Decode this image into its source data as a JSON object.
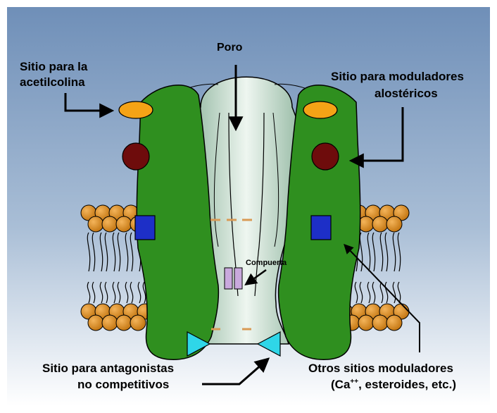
{
  "labels": {
    "poro": "Poro",
    "acetilcolina_1": "Sitio para la",
    "acetilcolina_2": "acetilcolina",
    "moduladores_1": "Sitio para moduladores",
    "moduladores_2": "alostéricos",
    "compuerta": "Compuerta",
    "antagonistas_1": "Sitio para antagonistas",
    "antagonistas_2": "no competitivos",
    "otros_1": "Otros sitios moduladores",
    "otros_2a": "(Ca",
    "otros_2sup": "++",
    "otros_2b": ", esteroides, etc.)"
  },
  "colors": {
    "background_top": "#6f8fb8",
    "background_bottom": "#ffffff",
    "subunit_green": "#2f8f1f",
    "pore_light": "#cde3d5",
    "lipid_head": "#d6861c",
    "acetylcholine_site": "#f5a316",
    "allosteric_site": "#6e0c0c",
    "other_site": "#1d2fc7",
    "antagonist_site": "#2fd6e8",
    "gate": "#c9a9dd",
    "ring_marks": "#d99a55"
  }
}
